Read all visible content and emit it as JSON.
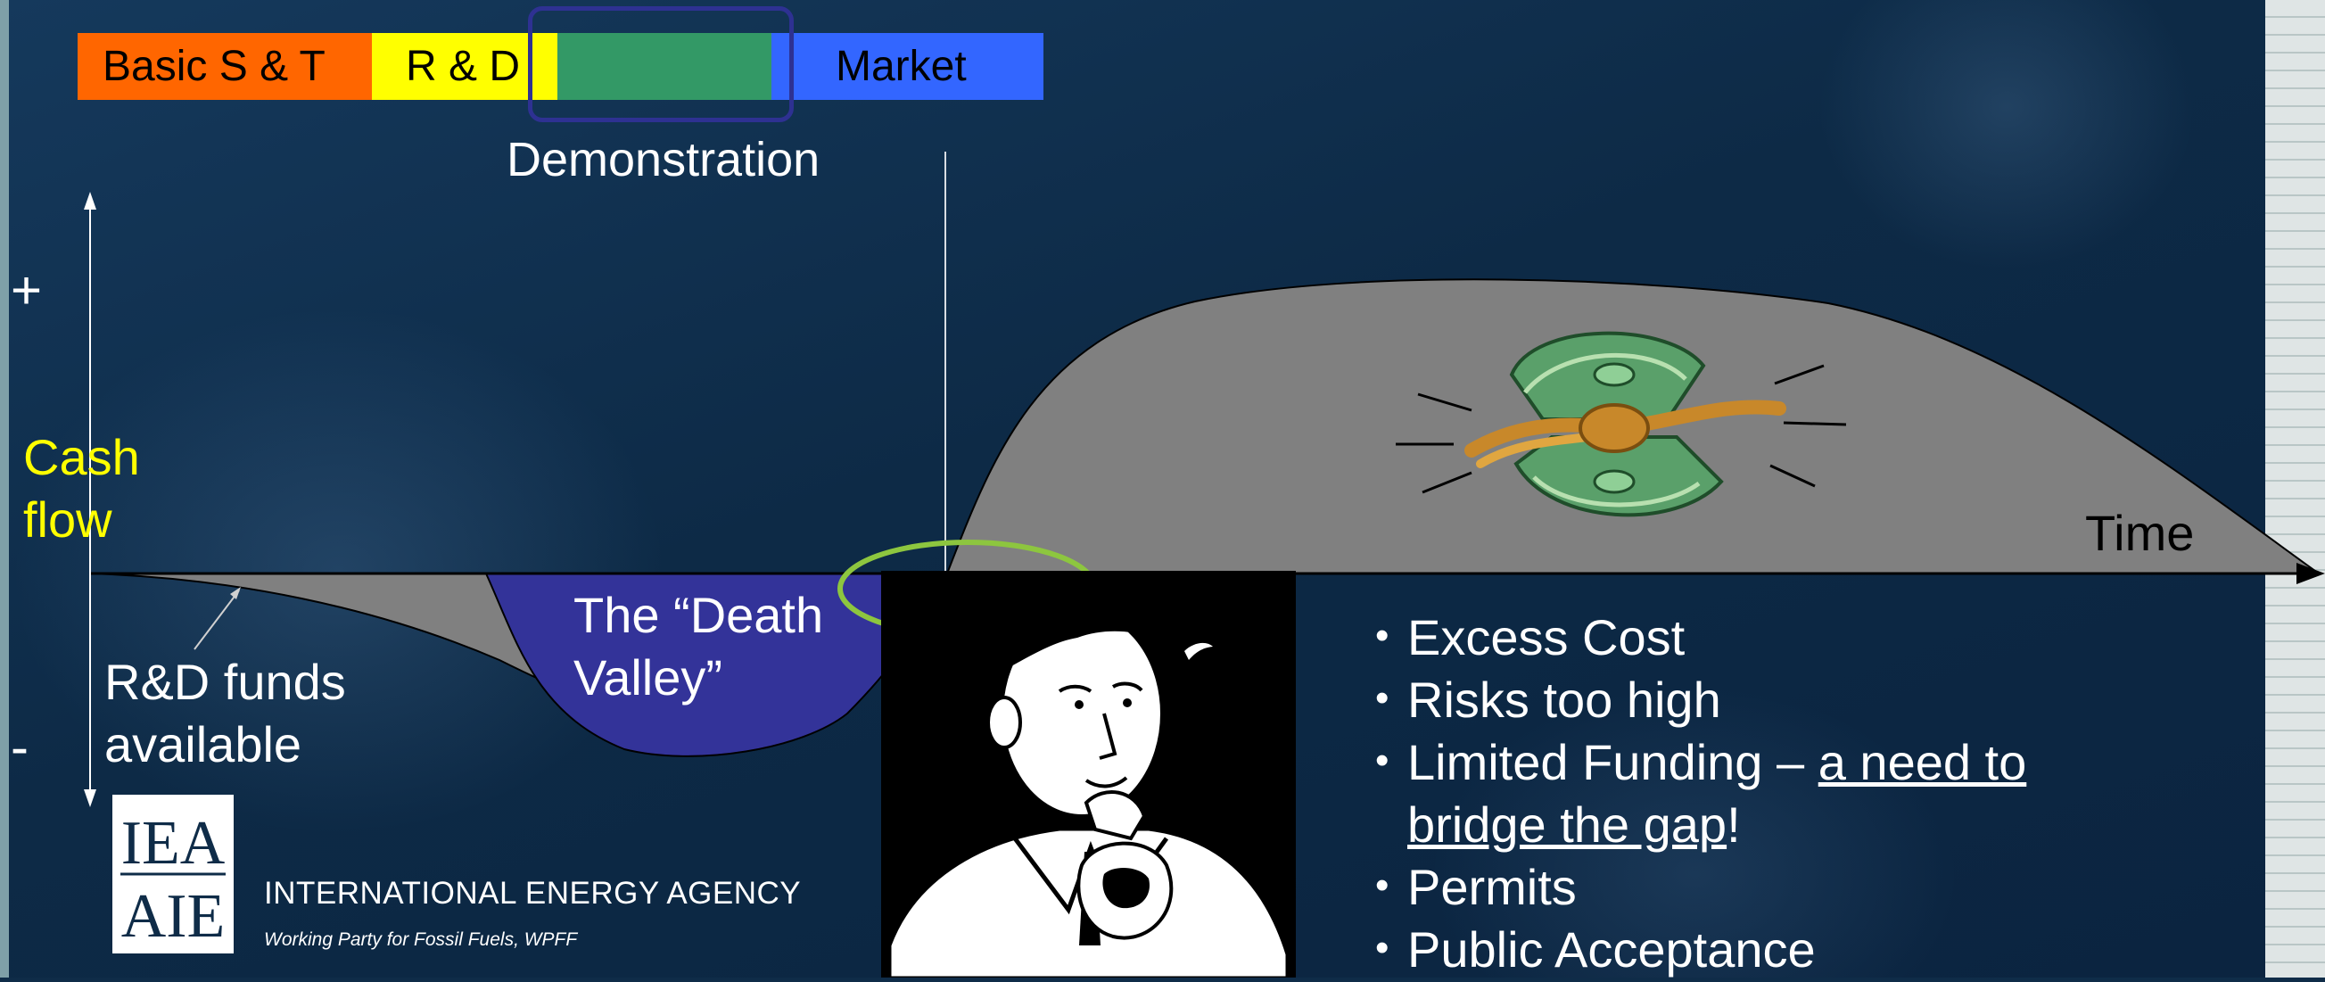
{
  "stages": {
    "basic": "Basic S & T",
    "rd": "R & D",
    "demonstration": "Demonstration",
    "market": "Market"
  },
  "axis": {
    "plus": "+",
    "minus": "-",
    "y_label_line1": "Cash",
    "y_label_line2": "flow",
    "x_label": "Time"
  },
  "annotations": {
    "rd_funds_line1": "R&D funds",
    "rd_funds_line2": "available",
    "valley_line1": "The “Death",
    "valley_line2": "Valley”"
  },
  "bullets": [
    {
      "text": "Excess Cost"
    },
    {
      "text": "Risks too high"
    },
    {
      "text_before": "Limited Funding – ",
      "underlined": "a need to bridge the gap",
      "text_after": "!"
    },
    {
      "text": "Permits"
    },
    {
      "text": "Public Acceptance"
    }
  ],
  "organization": {
    "logo_text": "IEA AIE",
    "name": "INTERNATIONAL ENERGY AGENCY",
    "subtitle": "Working Party for Fossil Fuels, WPFF"
  },
  "icons": [
    "money-bag-icon",
    "thinking-man-illustration",
    "iea-logo"
  ],
  "colors": {
    "basic": "#ff6600",
    "rd": "#ffff00",
    "demonstration": "#339966",
    "market": "#3366ff",
    "valley": "#333399",
    "curve": "#808080",
    "highlight_ellipse": "#8dc63f",
    "cash_flow_label": "#ffff00"
  }
}
